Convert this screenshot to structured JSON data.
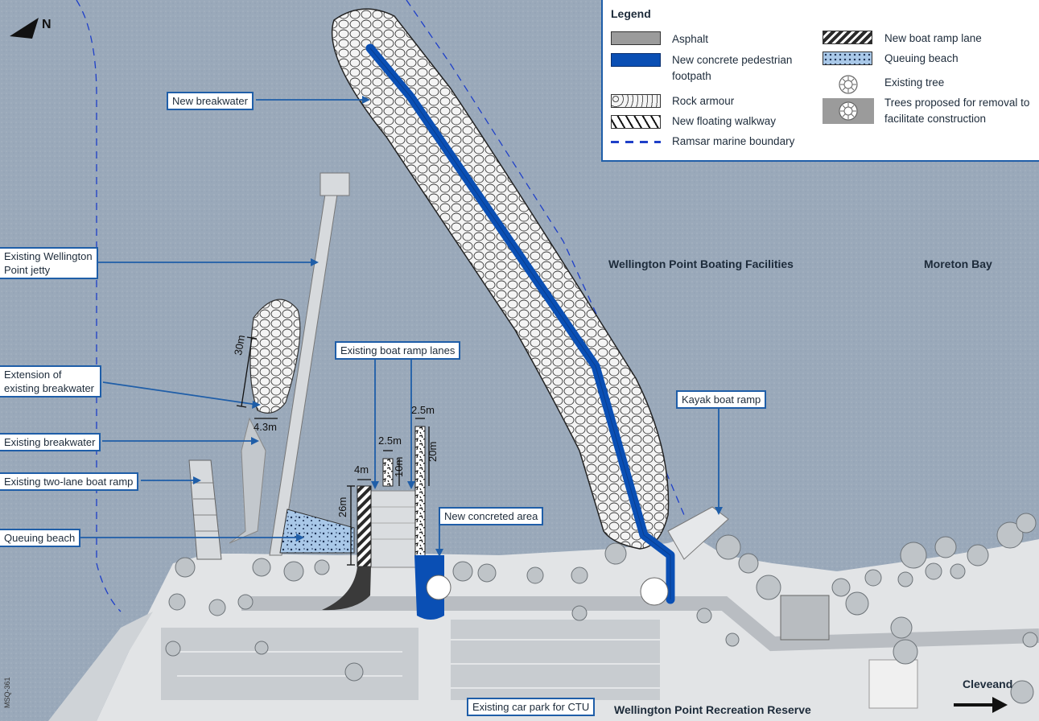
{
  "legend": {
    "title": "Legend",
    "items": [
      {
        "label": "Asphalt"
      },
      {
        "label": "New concrete pedestrian footpath"
      },
      {
        "label": "Rock armour"
      },
      {
        "label": "New floating walkway"
      },
      {
        "label": "Ramsar marine boundary"
      },
      {
        "label": "New boat ramp lane"
      },
      {
        "label": "Queuing beach"
      },
      {
        "label": "Existing tree"
      },
      {
        "label": "Trees proposed for removal to facilitate construction"
      }
    ]
  },
  "north_label": "N",
  "callouts": {
    "new_breakwater": "New breakwater",
    "existing_jetty": "Existing Wellington Point jetty",
    "extension_breakwater": "Extension of existing breakwater",
    "existing_breakwater": "Existing breakwater",
    "two_lane_ramp": "Existing two-lane boat ramp",
    "queuing_beach": "Queuing beach",
    "existing_ramp_lanes": "Existing boat ramp lanes",
    "new_concreted_area": "New concreted area",
    "kayak_ramp": "Kayak boat ramp",
    "car_park": "Existing car park for CTU"
  },
  "places": {
    "boating_facilities": "Wellington Point Boating Facilities",
    "moreton_bay": "Moreton Bay",
    "recreation_reserve": "Wellington Point Recreation Reserve",
    "cleveland": "Cleveand"
  },
  "dimensions": {
    "d30": "30m",
    "d43": "4.3m",
    "d4": "4m",
    "d26": "26m",
    "d25a": "2.5m",
    "d10": "10m",
    "d25b": "2.5m",
    "d20": "20m"
  },
  "doc_id": "MSQ-361",
  "colors": {
    "water": "#9aa9ba",
    "callout_border": "#1f5ea8",
    "footpath": "#0a4fb4",
    "queuing_beach": "#a9c8e8",
    "asphalt": "#9b9b9b",
    "land": "#e4e6e8"
  }
}
